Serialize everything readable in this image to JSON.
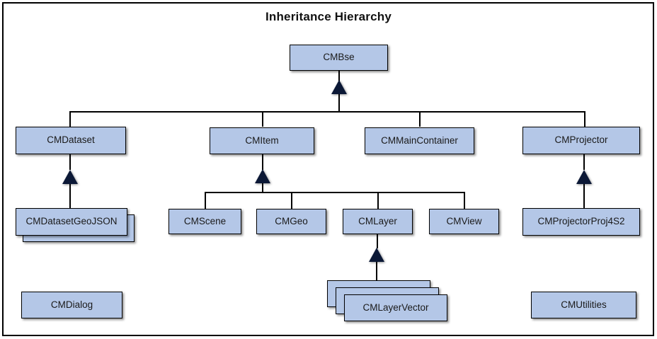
{
  "diagram": {
    "title": "Inheritance Hierarchy",
    "type": "uml-inheritance-hierarchy",
    "colors": {
      "node_fill": "#B4C7E7",
      "node_border": "#000000",
      "arrowhead": "#0B1836",
      "canvas": "#FFFFFF",
      "frame_border": "#000000",
      "title_text": "#111111"
    },
    "nodes": [
      {
        "id": "cmbse",
        "label": "CMBse",
        "level": 0,
        "stacked": 1
      },
      {
        "id": "cmdataset",
        "label": "CMDataset",
        "level": 1,
        "stacked": 1
      },
      {
        "id": "cmitem",
        "label": "CMItem",
        "level": 1,
        "stacked": 1
      },
      {
        "id": "cmmaincontainer",
        "label": "CMMainContainer",
        "level": 1,
        "stacked": 1
      },
      {
        "id": "cmprojector",
        "label": "CMProjector",
        "level": 1,
        "stacked": 1
      },
      {
        "id": "cmdatasetgeojson",
        "label": "CMDatasetGeoJSON",
        "level": 2,
        "stacked": 2
      },
      {
        "id": "cmscene",
        "label": "CMScene",
        "level": 2,
        "stacked": 1
      },
      {
        "id": "cmgeo",
        "label": "CMGeo",
        "level": 2,
        "stacked": 1
      },
      {
        "id": "cmlayer",
        "label": "CMLayer",
        "level": 2,
        "stacked": 1
      },
      {
        "id": "cmview",
        "label": "CMView",
        "level": 2,
        "stacked": 1
      },
      {
        "id": "cmprojectorproj4s2",
        "label": "CMProjectorProj4S2",
        "level": 2,
        "stacked": 1
      },
      {
        "id": "cmlayervector",
        "label": "CMLayerVector",
        "level": 3,
        "stacked": 3
      },
      {
        "id": "cmdialog",
        "label": "CMDialog",
        "level": 3,
        "stacked": 1
      },
      {
        "id": "cmutilities",
        "label": "CMUtilities",
        "level": 3,
        "stacked": 1
      }
    ],
    "edges": [
      {
        "from": "cmdataset",
        "to": "cmbse"
      },
      {
        "from": "cmitem",
        "to": "cmbse"
      },
      {
        "from": "cmmaincontainer",
        "to": "cmbse"
      },
      {
        "from": "cmprojector",
        "to": "cmbse"
      },
      {
        "from": "cmdatasetgeojson",
        "to": "cmdataset"
      },
      {
        "from": "cmscene",
        "to": "cmitem"
      },
      {
        "from": "cmgeo",
        "to": "cmitem"
      },
      {
        "from": "cmlayer",
        "to": "cmitem"
      },
      {
        "from": "cmview",
        "to": "cmitem"
      },
      {
        "from": "cmprojectorproj4s2",
        "to": "cmprojector"
      },
      {
        "from": "cmlayervector",
        "to": "cmlayer"
      }
    ],
    "detached_nodes": [
      "cmdialog",
      "cmutilities"
    ]
  }
}
